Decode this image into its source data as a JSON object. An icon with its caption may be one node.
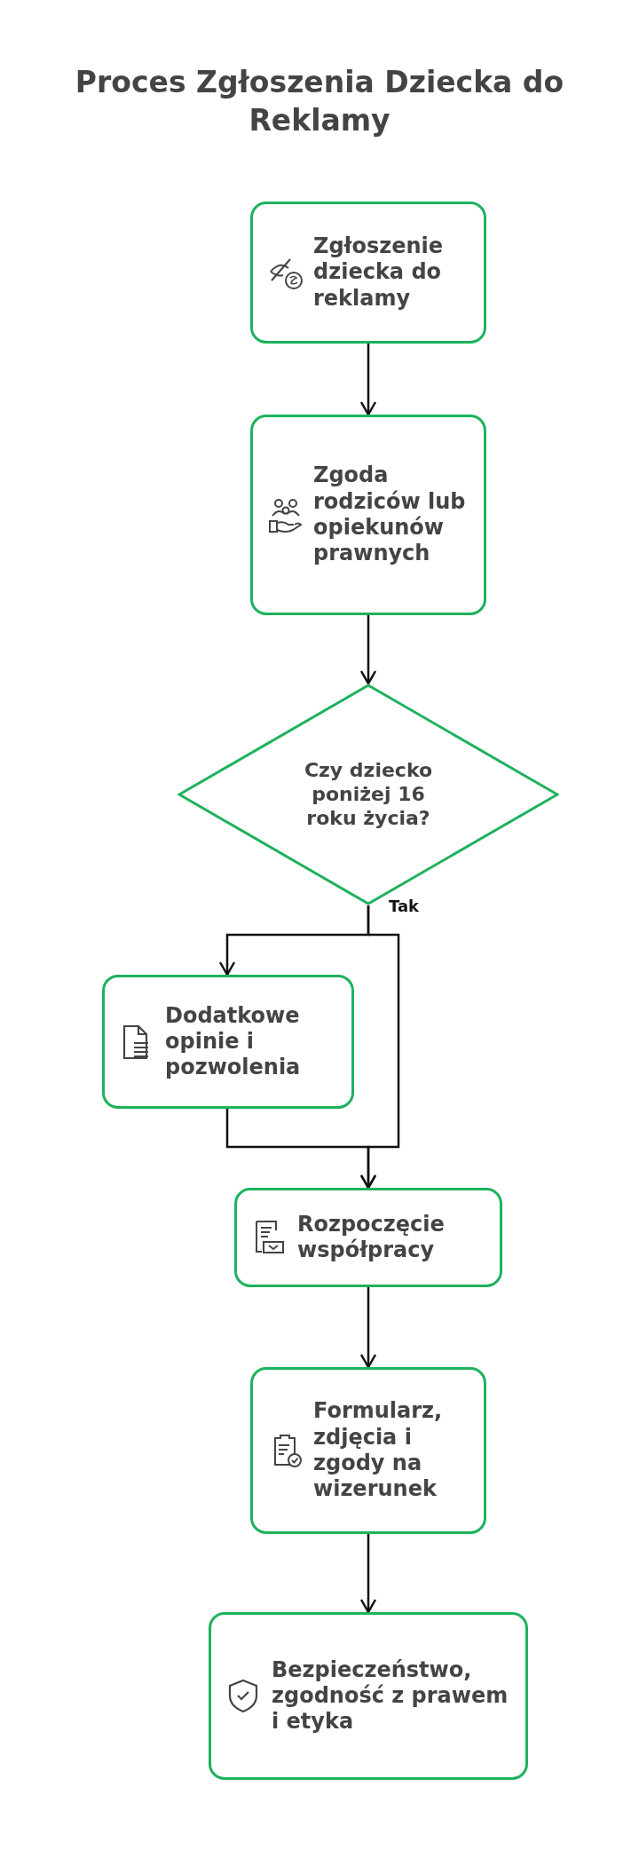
{
  "diagram": {
    "title": "Proces Zgłoszenia Dziecka do Reklamy",
    "nodes": [
      {
        "text": [
          "Zgłoszenie dziecka do reklamy"
        ]
      },
      {
        "text": [
          "Zgoda rodziców lub opiekunów prawnych"
        ]
      },
      {
        "text": [
          "Czy dziecko poniżej 16 roku życia?"
        ]
      },
      {
        "text": [
          "Dodatkowe opinie i pozwolenia"
        ]
      },
      {
        "text": [
          "Rozpoczęcie współpracy"
        ]
      },
      {
        "text": [
          "Formularz, zdjęcia i zgody na wizerunek"
        ]
      },
      {
        "text": [
          "Bezpieczeństwo, zgodność z prawem i etyka"
        ]
      }
    ],
    "edges": [
      {
        "from": 0,
        "to": 1,
        "arrow": "to"
      },
      {
        "from": 1,
        "to": 2,
        "arrow": "to"
      },
      {
        "from": 2,
        "to": 3,
        "arrow": "to",
        "label": "Tak"
      },
      {
        "from": 2,
        "to": 4,
        "arrow": "to"
      },
      {
        "from": 3,
        "to": 4,
        "arrow": "to"
      },
      {
        "from": 4,
        "to": 5,
        "arrow": "to"
      },
      {
        "from": 5,
        "to": 6,
        "arrow": "to"
      }
    ]
  }
}
